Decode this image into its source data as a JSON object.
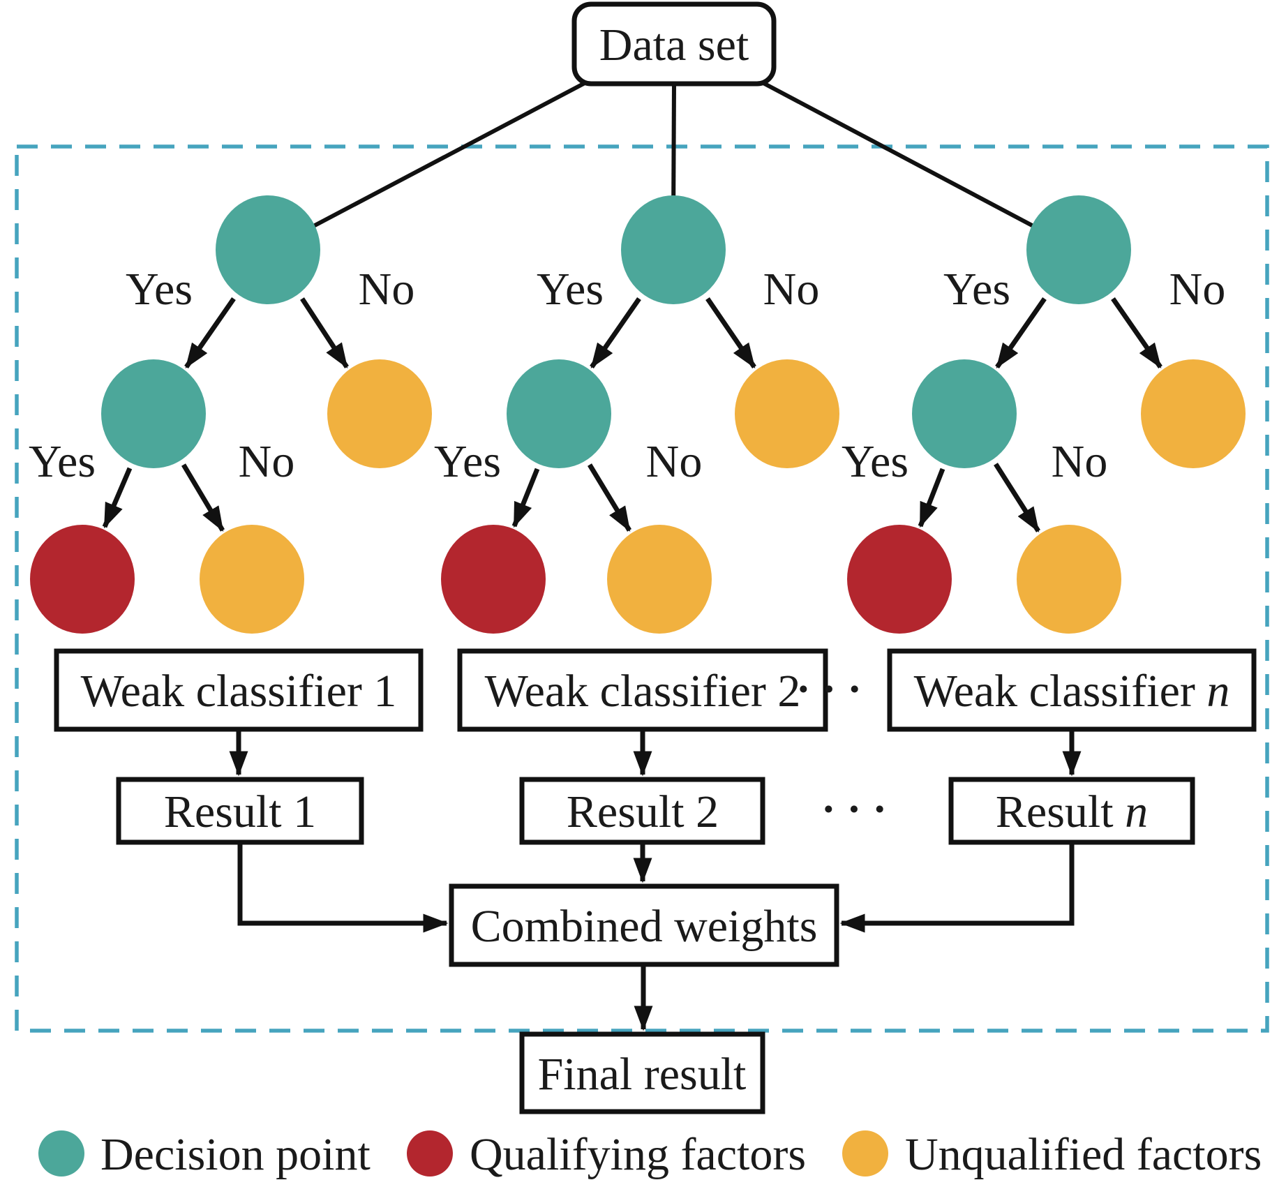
{
  "diagram": {
    "data_set_label": "Data set",
    "labels": {
      "yes": "Yes",
      "no": "No",
      "ellipsis": "···"
    },
    "weak_classifiers": [
      {
        "prefix": "Weak classifier ",
        "suffix": "1"
      },
      {
        "prefix": "Weak classifier ",
        "suffix": "2"
      },
      {
        "prefix": "Weak classifier ",
        "suffix": "n"
      }
    ],
    "results": [
      {
        "prefix": "Result ",
        "suffix": "1"
      },
      {
        "prefix": "Result ",
        "suffix": "2"
      },
      {
        "prefix": "Result ",
        "suffix": "n"
      }
    ],
    "combined_label": "Combined weights",
    "final_label": "Final result",
    "legend": [
      {
        "label": "Decision point",
        "color": "#4CA79A"
      },
      {
        "label": "Qualifying factors",
        "color": "#B3262E"
      },
      {
        "label": "Unqualified factors",
        "color": "#F1B13F"
      }
    ],
    "colors": {
      "decision_node": "#4CA79A",
      "qualifying_node": "#B3262E",
      "unqualified_node": "#F1B13F",
      "dashed_border": "#46A4BE",
      "line": "#1A1A1A"
    }
  }
}
